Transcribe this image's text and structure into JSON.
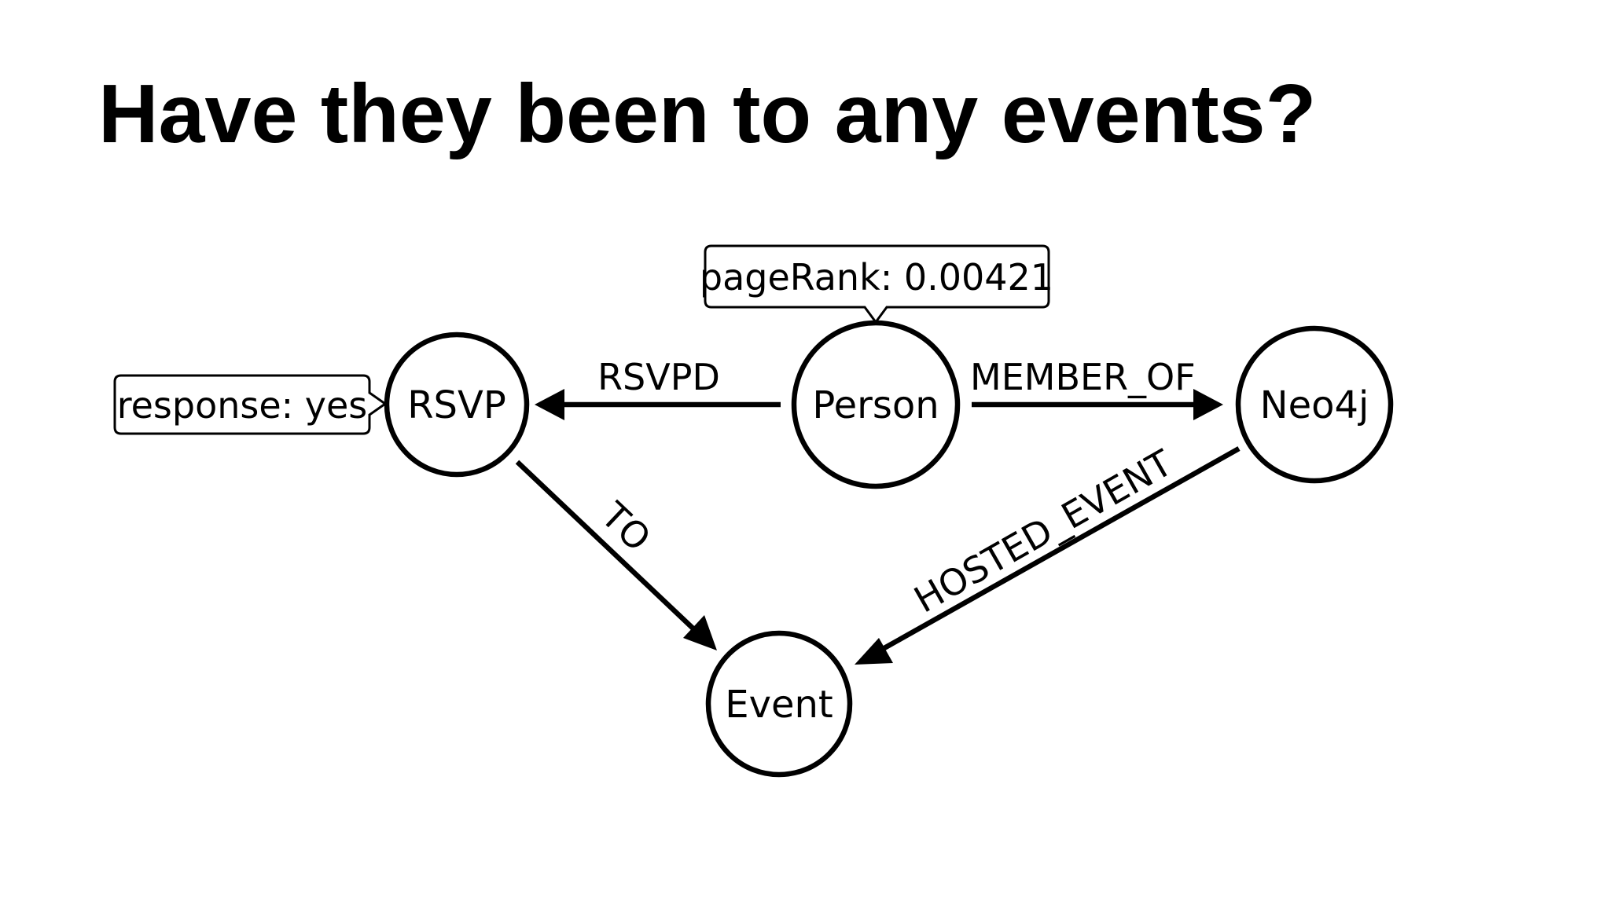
{
  "title": "Have they been to any events?",
  "nodes": {
    "person": {
      "label": "Person"
    },
    "rsvp": {
      "label": "RSVP"
    },
    "neo4j": {
      "label": "Neo4j"
    },
    "event": {
      "label": "Event"
    }
  },
  "edges": {
    "rsvpd": {
      "label": "RSVPD"
    },
    "member_of": {
      "label": "MEMBER_OF"
    },
    "to": {
      "label": "TO"
    },
    "hosted_event": {
      "label": "HOSTED_EVENT"
    }
  },
  "properties": {
    "person_pagerank": {
      "text": "pageRank: 0.00421"
    },
    "rsvp_response": {
      "text": "response: yes"
    }
  }
}
